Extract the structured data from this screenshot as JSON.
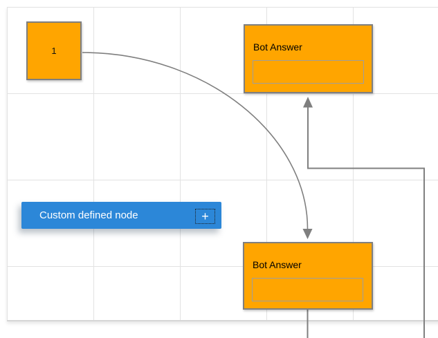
{
  "canvas": {
    "background": "#ffffff",
    "grid_color": "#e2e2e2"
  },
  "nodes": {
    "source": {
      "label": "1",
      "fill": "#ffa500",
      "border": "#7f7f7f"
    },
    "bot_answer_top": {
      "title": "Bot Answer",
      "field_value": "",
      "fill": "#ffa500",
      "border": "#7f7f7f"
    },
    "bot_answer_bottom": {
      "title": "Bot Answer",
      "field_value": "",
      "fill": "#ffa500",
      "border": "#7f7f7f"
    },
    "custom_node": {
      "label": "Custom defined node",
      "add_button_glyph": "+",
      "fill": "#2c87d8",
      "text_color": "#ffffff"
    }
  },
  "connectors": {
    "color": "#7f7f7f",
    "edges": [
      {
        "from": "source",
        "to": "bot_answer_bottom",
        "style": "curved",
        "arrowhead": "down-into-top-of-bottom-node"
      },
      {
        "from": "bot_answer_bottom",
        "to": "bot_answer_top",
        "style": "orthogonal",
        "arrowhead": "up-into-bottom-of-top-node"
      }
    ]
  }
}
